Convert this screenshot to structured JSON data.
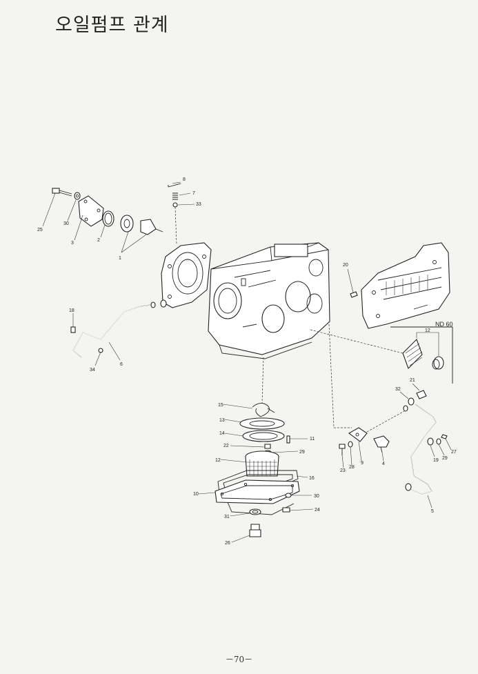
{
  "title": "오일펌프 관계",
  "variant_label": "ND 60",
  "page_number": "－70－",
  "part_labels": [
    "8",
    "7",
    "33",
    "25",
    "30",
    "3",
    "2",
    "1",
    "18",
    "6",
    "34",
    "20",
    "12",
    "21",
    "32",
    "15",
    "13",
    "14",
    "11",
    "22",
    "29",
    "12",
    "16",
    "10",
    "30",
    "31",
    "24",
    "26",
    "9",
    "28",
    "23",
    "4",
    "19",
    "29",
    "27",
    "5"
  ]
}
